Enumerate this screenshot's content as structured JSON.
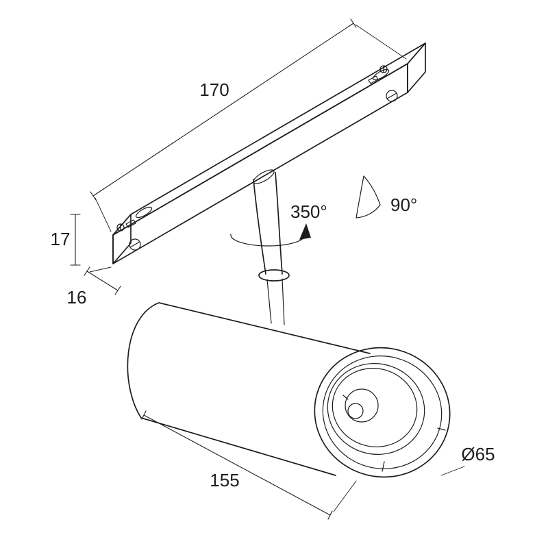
{
  "drawing": {
    "kind": "technical-line-drawing",
    "subject": "track-mounted cylindrical spotlight",
    "colors": {
      "line": "#1d1d1b",
      "background": "#ffffff",
      "text": "#1d1d1b"
    },
    "dims": {
      "track_length": "170",
      "track_height": "17",
      "track_width": "16",
      "rotation_angle": "350°",
      "tilt_angle": "90°",
      "body_length": "155",
      "body_diameter": "Ø65"
    }
  }
}
